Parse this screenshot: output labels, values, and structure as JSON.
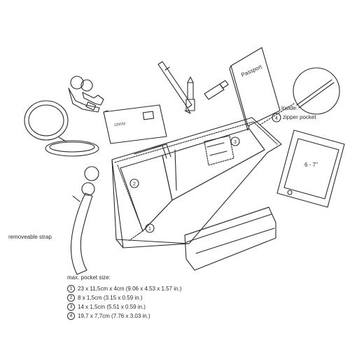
{
  "labels": {
    "passport": "Passport",
    "card_number": "120032",
    "inside": "inside:",
    "zipper_pocket": "zipper pocket",
    "phone_size": "6 - 7’’",
    "removeable_strap": "removeable strap",
    "callouts": [
      "1",
      "2",
      "3",
      "4"
    ]
  },
  "legend": {
    "title": "max. pocket size:",
    "items": [
      {
        "num": "1",
        "text": "23 x 11,5cm x 4cm (9.06 x 4.53 x 1.57 in.)"
      },
      {
        "num": "2",
        "text": "8 x 1,5cm (3.15 x 0.59 in.)"
      },
      {
        "num": "3",
        "text": "14 x 1,5cm (5.51 x 0.59 in.)"
      },
      {
        "num": "4",
        "text": "19,7 x 7,7cm (7.76 x 3.03 in.)"
      }
    ]
  }
}
